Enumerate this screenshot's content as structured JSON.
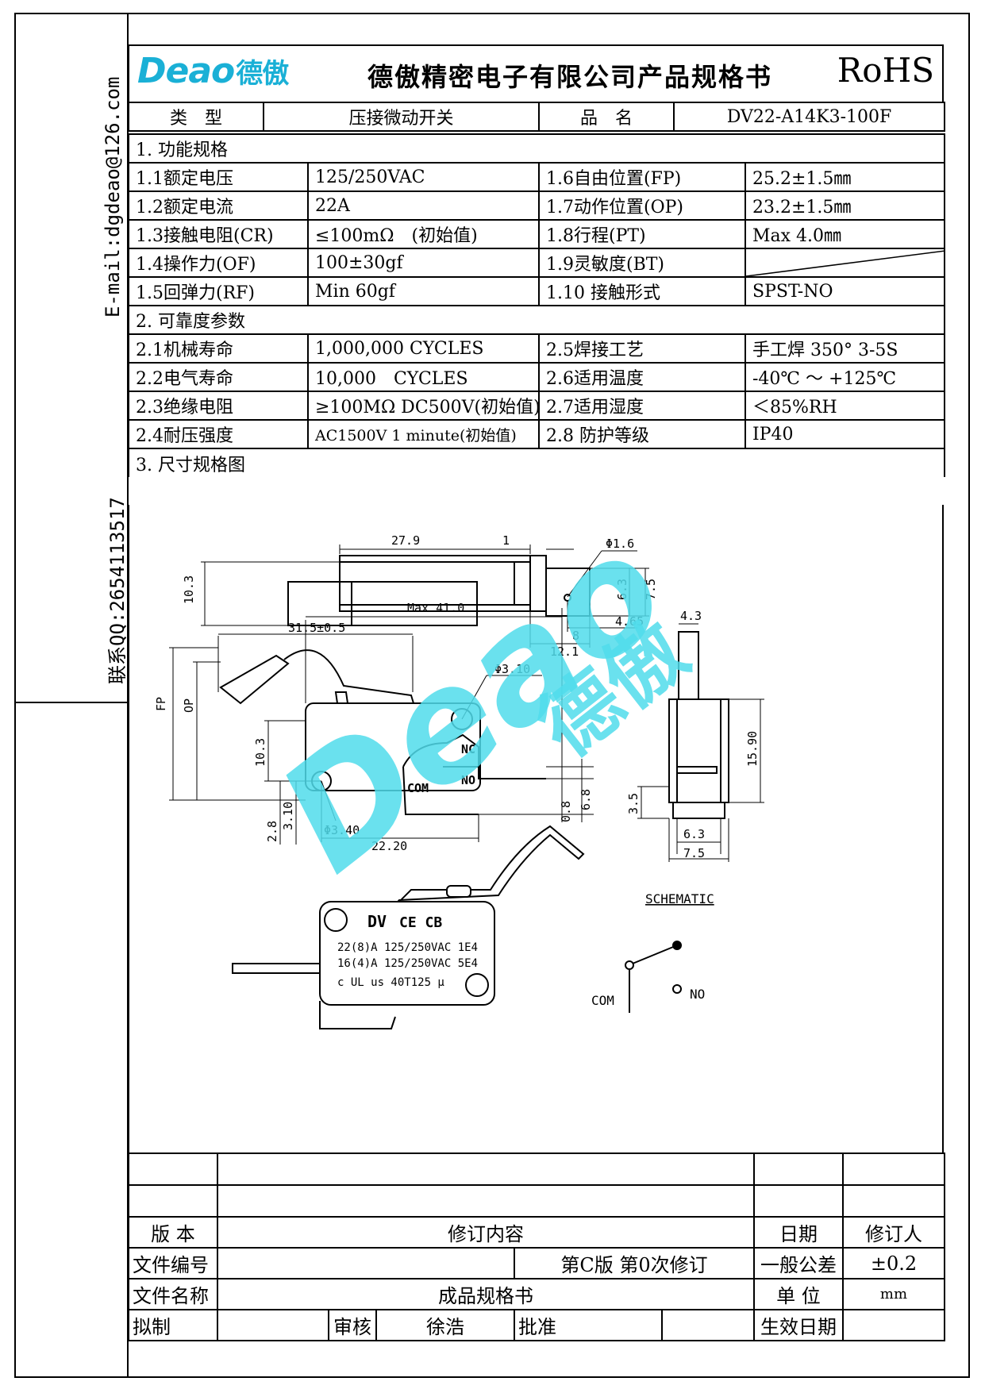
{
  "side": {
    "email": "E-mail:dgdeao@126.com",
    "qq": "联系QQ:2654113517"
  },
  "header": {
    "logo_latin": "Deao",
    "logo_cn": "德傲",
    "company_title": "德傲精密电子有限公司产品规格书",
    "rohs": "RoHS"
  },
  "info": {
    "type_label": "类　型",
    "type_value": "压接微动开关",
    "name_label": "品　名",
    "name_value": "DV22-A14K3-100F"
  },
  "section1": {
    "title": "1. 功能规格",
    "rows": [
      [
        "1.1额定电压",
        "125/250VAC",
        "1.6自由位置(FP)",
        "25.2±1.5㎜"
      ],
      [
        "1.2额定电流",
        "22A",
        "1.7动作位置(OP)",
        "23.2±1.5㎜"
      ],
      [
        "1.3接触电阻(CR)",
        "≤100mΩ　(初始值)",
        "1.8行程(PT)",
        "Max 4.0㎜"
      ],
      [
        "1.4操作力(OF)",
        "100±30gf",
        "1.9灵敏度(BT)",
        ""
      ],
      [
        "1.5回弹力(RF)",
        "Min 60gf",
        "1.10 接触形式",
        "SPST-NO"
      ]
    ]
  },
  "section2": {
    "title": "2. 可靠度参数",
    "rows": [
      [
        "2.1机械寿命",
        "1,000,000 CYCLES",
        "2.5焊接工艺",
        "手工焊 350° 3-5S"
      ],
      [
        "2.2电气寿命",
        "10,000　CYCLES",
        "2.6适用温度",
        "-40℃ ～ +125℃"
      ],
      [
        "2.3绝缘电阻",
        "≥100MΩ DC500V(初始值)",
        "2.7适用湿度",
        "＜85%RH"
      ],
      [
        "2.4耐压强度",
        "AC1500V 1 minute(初始值)",
        "2.8 防护等级",
        "IP40"
      ]
    ]
  },
  "section3": {
    "title": "3. 尺寸规格图"
  },
  "drawing": {
    "dims_top": [
      "27.9",
      "1",
      "Φ1.6",
      "10.3",
      "6.3",
      "7.5",
      "4.65",
      "8",
      "12.1"
    ],
    "dims_mid": [
      "Max 41.0",
      "31.5±0.5",
      "Φ3.10",
      "FP",
      "OP",
      "10.3",
      "NC",
      "NO",
      "COM",
      "0.8",
      "6.8",
      "2.8",
      "3.10",
      "Φ3.40",
      "22.20"
    ],
    "dims_side": [
      "4.3",
      "15.90",
      "3.5",
      "6.3",
      "7.5"
    ],
    "label_dv": "DV",
    "label_certs": "CE CB",
    "label_line1": "22(8)A 125/250VAC 1E4",
    "label_line2": "16(4)A 125/250VAC 5E4",
    "label_line3": "c UL us  40T125 μ",
    "schematic_title": "SCHEMATIC",
    "schematic_com": "COM",
    "schematic_no": "NO",
    "watermark_latin": "Deao",
    "watermark_cn": "德傲"
  },
  "revision": {
    "version_label": "版 本",
    "content_label": "修订内容",
    "date_label": "日期",
    "reviser_label": "修订人",
    "doc_no_label": "文件编号",
    "doc_no_value": "第C版 第0次修订",
    "tolerance_label": "一般公差",
    "tolerance_value": "±0.2",
    "doc_name_label": "文件名称",
    "doc_name_value": "成品规格书",
    "unit_label": "单 位",
    "unit_value": "mm",
    "drafted_label": "拟制",
    "review_label": "审核",
    "reviewer": "徐浩",
    "approve_label": "批准",
    "effective_label": "生效日期"
  }
}
